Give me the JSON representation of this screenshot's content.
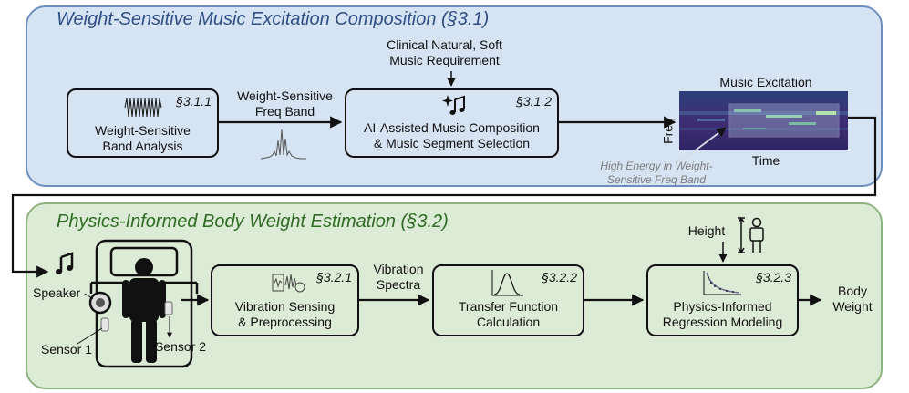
{
  "top": {
    "title": "Weight-Sensitive Music Excitation Composition (§3.1)",
    "band_analysis": {
      "section": "§3.1.1",
      "label": "Weight-Sensitive\nBand Analysis"
    },
    "freq_band_label": "Weight-Sensitive\nFreq Band",
    "requirement_label": "Clinical Natural, Soft\nMusic Requirement",
    "ai_composition": {
      "section": "§3.1.2",
      "label": "AI-Assisted Music Composition\n& Music Segment Selection"
    },
    "excitation_title": "Music Excitation",
    "freq_axis": "Freq",
    "time_axis": "Time",
    "energy_note": "High Energy in Weight-\nSensitive Freq Band"
  },
  "bottom": {
    "title": "Physics-Informed Body Weight Estimation (§3.2)",
    "speaker_label": "Speaker",
    "sensor1_label": "Sensor 1",
    "sensor2_label": "Sensor 2",
    "vibration_sensing": {
      "section": "§3.2.1",
      "label": "Vibration Sensing\n& Preprocessing"
    },
    "vibration_spectra_label": "Vibration\nSpectra",
    "transfer_function": {
      "section": "§3.2.2",
      "label": "Transfer Function\nCalculation"
    },
    "height_label": "Height",
    "regression": {
      "section": "§3.2.3",
      "label": "Physics-Informed\nRegression Modeling"
    },
    "output_label": "Body\nWeight"
  },
  "colors": {
    "top_panel_fill": "#d6e3f2",
    "top_panel_border": "#6d8fc0",
    "top_title": "#2f4f86",
    "bottom_panel_fill": "#dcebd5",
    "bottom_panel_border": "#8db37f",
    "bottom_title": "#2f6b24",
    "spectrogram_bg": "#3a2a6e",
    "spectrogram_high": "#7fd6a8"
  },
  "icons": [
    "waveform-icon",
    "spectrum-icon",
    "ai-music-icon",
    "music-note-icon",
    "speaker-icon",
    "sensor-icon",
    "person-icon",
    "bed-icon",
    "sensing-icon",
    "bell-curve-icon",
    "decay-curve-icon",
    "person-height-icon"
  ]
}
